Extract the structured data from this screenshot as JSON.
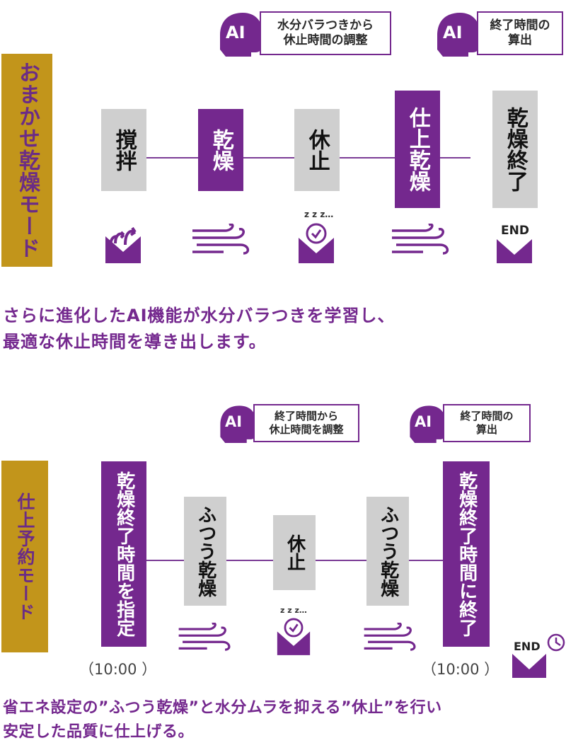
{
  "section1": {
    "mode_label": "おまかせ乾燥モード",
    "ai_bubbles": [
      {
        "badge": "AI",
        "line1": "水分バラつきから",
        "line2": "休止時間の調整"
      },
      {
        "badge": "AI",
        "line1": "終了時間の",
        "line2": "算出"
      }
    ],
    "steps": [
      "撹拌",
      "乾燥",
      "休止",
      "仕上乾燥",
      "乾燥終了"
    ],
    "icons": [
      "stir-icon",
      "wind-icon",
      "sleep-clock-icon",
      "wind-icon",
      "end-icon"
    ],
    "end_label": "END",
    "zzz_label": "z z z…",
    "caption_line1": "さらに進化したAI機能が水分バラつきを学習し、",
    "caption_line2": "最適な休止時間を導き出します。"
  },
  "section2": {
    "mode_label": "仕上予約モード",
    "ai_bubbles": [
      {
        "badge": "AI",
        "line1": "終了時間から",
        "line2": "休止時間を調整"
      },
      {
        "badge": "AI",
        "line1": "終了時間の",
        "line2": "算出"
      }
    ],
    "steps": [
      "乾燥終了時間を指定",
      "ふつう乾燥",
      "休止",
      "ふつう乾燥",
      "乾燥終了時間に終了"
    ],
    "icons": [
      "wind-icon",
      "sleep-clock-icon",
      "wind-icon",
      "end-clock-icon"
    ],
    "end_label": "END",
    "zzz_label": "z z z…",
    "time_start": "（10:00 ）",
    "time_end": "（10:00 ）",
    "caption_line1": "省エネ設定の”ふつう乾燥”と水分ムラを抑える”休止”を行い",
    "caption_line2": "安定した品質に仕上げる。"
  },
  "colors": {
    "purple": "#74288e",
    "gold": "#c2951b",
    "gray": "#cfcfcf"
  }
}
